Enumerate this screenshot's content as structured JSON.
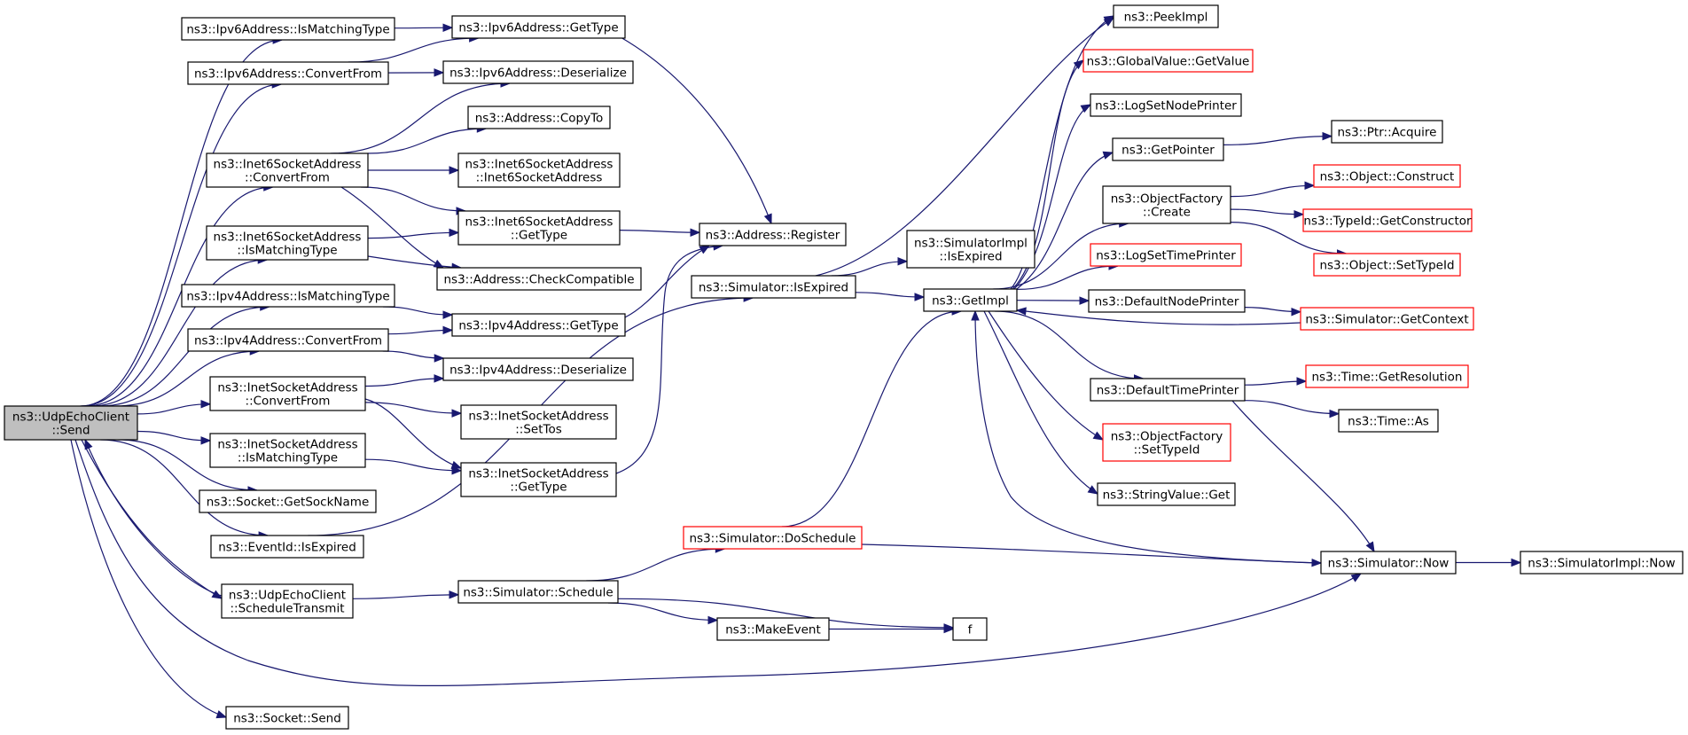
{
  "colors": {
    "edge": "#191970",
    "root_fill": "#bfbfbf",
    "red_border": "#ff0000",
    "border": "#000000",
    "background": "#ffffff"
  },
  "nodes": [
    {
      "id": "udp_send",
      "lines": [
        "ns3::UdpEchoClient",
        "::Send"
      ],
      "style": "root"
    },
    {
      "id": "ipv6_match",
      "lines": [
        "ns3::Ipv6Address::IsMatchingType"
      ],
      "style": "normal"
    },
    {
      "id": "ipv6_convert",
      "lines": [
        "ns3::Ipv6Address::ConvertFrom"
      ],
      "style": "normal"
    },
    {
      "id": "inet6_convert",
      "lines": [
        "ns3::Inet6SocketAddress",
        "::ConvertFrom"
      ],
      "style": "normal"
    },
    {
      "id": "inet6_match",
      "lines": [
        "ns3::Inet6SocketAddress",
        "::IsMatchingType"
      ],
      "style": "normal"
    },
    {
      "id": "ipv4_match",
      "lines": [
        "ns3::Ipv4Address::IsMatchingType"
      ],
      "style": "normal"
    },
    {
      "id": "ipv4_convert",
      "lines": [
        "ns3::Ipv4Address::ConvertFrom"
      ],
      "style": "normal"
    },
    {
      "id": "inet_convert",
      "lines": [
        "ns3::InetSocketAddress",
        "::ConvertFrom"
      ],
      "style": "normal"
    },
    {
      "id": "inet_match",
      "lines": [
        "ns3::InetSocketAddress",
        "::IsMatchingType"
      ],
      "style": "normal"
    },
    {
      "id": "sock_getname",
      "lines": [
        "ns3::Socket::GetSockName"
      ],
      "style": "normal"
    },
    {
      "id": "event_expired",
      "lines": [
        "ns3::EventId::IsExpired"
      ],
      "style": "normal"
    },
    {
      "id": "udp_sched",
      "lines": [
        "ns3::UdpEchoClient",
        "::ScheduleTransmit"
      ],
      "style": "normal"
    },
    {
      "id": "sock_send",
      "lines": [
        "ns3::Socket::Send"
      ],
      "style": "normal"
    },
    {
      "id": "ipv6_gettype",
      "lines": [
        "ns3::Ipv6Address::GetType"
      ],
      "style": "normal"
    },
    {
      "id": "ipv6_deser",
      "lines": [
        "ns3::Ipv6Address::Deserialize"
      ],
      "style": "normal"
    },
    {
      "id": "addr_copyto",
      "lines": [
        "ns3::Address::CopyTo"
      ],
      "style": "normal"
    },
    {
      "id": "inet6_ctor",
      "lines": [
        "ns3::Inet6SocketAddress",
        "::Inet6SocketAddress"
      ],
      "style": "normal"
    },
    {
      "id": "inet6_gettype",
      "lines": [
        "ns3::Inet6SocketAddress",
        "::GetType"
      ],
      "style": "normal"
    },
    {
      "id": "addr_checkcompat",
      "lines": [
        "ns3::Address::CheckCompatible"
      ],
      "style": "normal"
    },
    {
      "id": "ipv4_gettype",
      "lines": [
        "ns3::Ipv4Address::GetType"
      ],
      "style": "normal"
    },
    {
      "id": "ipv4_deser",
      "lines": [
        "ns3::Ipv4Address::Deserialize"
      ],
      "style": "normal"
    },
    {
      "id": "inet_settos",
      "lines": [
        "ns3::InetSocketAddress",
        "::SetTos"
      ],
      "style": "normal"
    },
    {
      "id": "inet_gettype",
      "lines": [
        "ns3::InetSocketAddress",
        "::GetType"
      ],
      "style": "normal"
    },
    {
      "id": "sim_schedule",
      "lines": [
        "ns3::Simulator::Schedule"
      ],
      "style": "normal"
    },
    {
      "id": "addr_register",
      "lines": [
        "ns3::Address::Register"
      ],
      "style": "normal"
    },
    {
      "id": "sim_isexpired",
      "lines": [
        "ns3::Simulator::IsExpired"
      ],
      "style": "normal"
    },
    {
      "id": "sim_doschedule",
      "lines": [
        "ns3::Simulator::DoSchedule"
      ],
      "style": "red"
    },
    {
      "id": "make_event",
      "lines": [
        "ns3::MakeEvent"
      ],
      "style": "normal"
    },
    {
      "id": "simimpl_isexpired",
      "lines": [
        "ns3::SimulatorImpl",
        "::IsExpired"
      ],
      "style": "normal"
    },
    {
      "id": "getimpl",
      "lines": [
        "ns3::GetImpl"
      ],
      "style": "normal"
    },
    {
      "id": "f",
      "lines": [
        "f"
      ],
      "style": "normal"
    },
    {
      "id": "peekimpl",
      "lines": [
        "ns3::PeekImpl"
      ],
      "style": "normal"
    },
    {
      "id": "gv_getvalue",
      "lines": [
        "ns3::GlobalValue::GetValue"
      ],
      "style": "red"
    },
    {
      "id": "log_setnode",
      "lines": [
        "ns3::LogSetNodePrinter"
      ],
      "style": "normal"
    },
    {
      "id": "getpointer",
      "lines": [
        "ns3::GetPointer"
      ],
      "style": "normal"
    },
    {
      "id": "of_create",
      "lines": [
        "ns3::ObjectFactory",
        "::Create"
      ],
      "style": "normal"
    },
    {
      "id": "log_settime",
      "lines": [
        "ns3::LogSetTimePrinter"
      ],
      "style": "red"
    },
    {
      "id": "def_nodeprinter",
      "lines": [
        "ns3::DefaultNodePrinter"
      ],
      "style": "normal"
    },
    {
      "id": "def_timeprinter",
      "lines": [
        "ns3::DefaultTimePrinter"
      ],
      "style": "normal"
    },
    {
      "id": "of_settypeid",
      "lines": [
        "ns3::ObjectFactory",
        "::SetTypeId"
      ],
      "style": "red"
    },
    {
      "id": "stringvalue_get",
      "lines": [
        "ns3::StringValue::Get"
      ],
      "style": "normal"
    },
    {
      "id": "sim_now",
      "lines": [
        "ns3::Simulator::Now"
      ],
      "style": "normal"
    },
    {
      "id": "ptr_acquire",
      "lines": [
        "ns3::Ptr::Acquire"
      ],
      "style": "normal"
    },
    {
      "id": "obj_construct",
      "lines": [
        "ns3::Object::Construct"
      ],
      "style": "red"
    },
    {
      "id": "typeid_getctor",
      "lines": [
        "ns3::TypeId::GetConstructor"
      ],
      "style": "red"
    },
    {
      "id": "obj_settypeid",
      "lines": [
        "ns3::Object::SetTypeId"
      ],
      "style": "red"
    },
    {
      "id": "sim_getcontext",
      "lines": [
        "ns3::Simulator::GetContext"
      ],
      "style": "red"
    },
    {
      "id": "time_getres",
      "lines": [
        "ns3::Time::GetResolution"
      ],
      "style": "red"
    },
    {
      "id": "time_as",
      "lines": [
        "ns3::Time::As"
      ],
      "style": "normal"
    },
    {
      "id": "simimpl_now",
      "lines": [
        "ns3::SimulatorImpl::Now"
      ],
      "style": "normal"
    }
  ],
  "edges": [
    {
      "from": "udp_send",
      "to": "ipv6_match"
    },
    {
      "from": "udp_send",
      "to": "ipv6_convert"
    },
    {
      "from": "udp_send",
      "to": "inet6_convert"
    },
    {
      "from": "udp_send",
      "to": "inet6_match"
    },
    {
      "from": "udp_send",
      "to": "ipv4_match"
    },
    {
      "from": "udp_send",
      "to": "ipv4_convert"
    },
    {
      "from": "udp_send",
      "to": "inet_convert"
    },
    {
      "from": "udp_send",
      "to": "inet_match"
    },
    {
      "from": "udp_send",
      "to": "sock_getname"
    },
    {
      "from": "udp_send",
      "to": "event_expired"
    },
    {
      "from": "udp_send",
      "to": "udp_sched"
    },
    {
      "from": "udp_send",
      "to": "sock_send"
    },
    {
      "from": "udp_send",
      "to": "sim_now"
    },
    {
      "from": "udp_sched",
      "to": "udp_send"
    },
    {
      "from": "ipv6_match",
      "to": "ipv6_gettype"
    },
    {
      "from": "ipv6_convert",
      "to": "ipv6_gettype"
    },
    {
      "from": "ipv6_convert",
      "to": "ipv6_deser"
    },
    {
      "from": "inet6_convert",
      "to": "ipv6_deser"
    },
    {
      "from": "inet6_convert",
      "to": "addr_copyto"
    },
    {
      "from": "inet6_convert",
      "to": "inet6_ctor"
    },
    {
      "from": "inet6_convert",
      "to": "inet6_gettype"
    },
    {
      "from": "inet6_convert",
      "to": "addr_checkcompat"
    },
    {
      "from": "inet6_match",
      "to": "inet6_gettype"
    },
    {
      "from": "inet6_match",
      "to": "addr_checkcompat"
    },
    {
      "from": "ipv4_match",
      "to": "ipv4_gettype"
    },
    {
      "from": "ipv4_convert",
      "to": "ipv4_gettype"
    },
    {
      "from": "ipv4_convert",
      "to": "ipv4_deser"
    },
    {
      "from": "inet_convert",
      "to": "ipv4_deser"
    },
    {
      "from": "inet_convert",
      "to": "inet_settos"
    },
    {
      "from": "inet_convert",
      "to": "inet_gettype"
    },
    {
      "from": "inet_match",
      "to": "inet_gettype"
    },
    {
      "from": "event_expired",
      "to": "sim_isexpired"
    },
    {
      "from": "udp_sched",
      "to": "sim_schedule"
    },
    {
      "from": "ipv6_gettype",
      "to": "addr_register"
    },
    {
      "from": "inet6_gettype",
      "to": "addr_register"
    },
    {
      "from": "ipv4_gettype",
      "to": "addr_register"
    },
    {
      "from": "inet_gettype",
      "to": "addr_register"
    },
    {
      "from": "sim_schedule",
      "to": "sim_doschedule"
    },
    {
      "from": "sim_schedule",
      "to": "make_event"
    },
    {
      "from": "sim_schedule",
      "to": "f"
    },
    {
      "from": "make_event",
      "to": "f"
    },
    {
      "from": "sim_isexpired",
      "to": "simimpl_isexpired"
    },
    {
      "from": "sim_isexpired",
      "to": "getimpl"
    },
    {
      "from": "sim_isexpired",
      "to": "peekimpl"
    },
    {
      "from": "sim_doschedule",
      "to": "getimpl"
    },
    {
      "from": "sim_doschedule",
      "to": "sim_now"
    },
    {
      "from": "getimpl",
      "to": "peekimpl"
    },
    {
      "from": "getimpl",
      "to": "gv_getvalue"
    },
    {
      "from": "getimpl",
      "to": "log_setnode"
    },
    {
      "from": "getimpl",
      "to": "getpointer"
    },
    {
      "from": "getimpl",
      "to": "of_create"
    },
    {
      "from": "getimpl",
      "to": "log_settime"
    },
    {
      "from": "getimpl",
      "to": "def_nodeprinter"
    },
    {
      "from": "getimpl",
      "to": "def_timeprinter"
    },
    {
      "from": "getimpl",
      "to": "of_settypeid"
    },
    {
      "from": "getimpl",
      "to": "stringvalue_get"
    },
    {
      "from": "getpointer",
      "to": "ptr_acquire"
    },
    {
      "from": "of_create",
      "to": "obj_construct"
    },
    {
      "from": "of_create",
      "to": "typeid_getctor"
    },
    {
      "from": "of_create",
      "to": "obj_settypeid"
    },
    {
      "from": "def_nodeprinter",
      "to": "sim_getcontext"
    },
    {
      "from": "sim_getcontext",
      "to": "getimpl"
    },
    {
      "from": "def_timeprinter",
      "to": "time_getres"
    },
    {
      "from": "def_timeprinter",
      "to": "time_as"
    },
    {
      "from": "def_timeprinter",
      "to": "sim_now"
    },
    {
      "from": "sim_now",
      "to": "getimpl"
    },
    {
      "from": "sim_now",
      "to": "simimpl_now"
    }
  ]
}
